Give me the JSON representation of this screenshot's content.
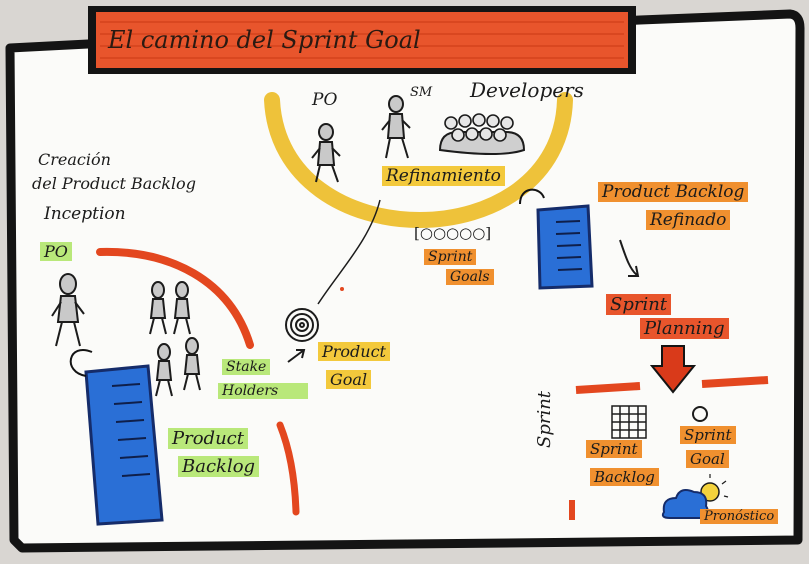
{
  "title": "El camino del Sprint Goal",
  "roles": {
    "po": "PO",
    "sm": "SM",
    "developers": "Developers"
  },
  "refinement": "Refinamiento",
  "inception": {
    "line1": "Creación",
    "line2": "del Product Backlog",
    "line3": "Inception",
    "po": "PO"
  },
  "stakeholders": {
    "line1": "Stake",
    "line2": "Holders"
  },
  "product_backlog": {
    "line1": "Product",
    "line2": "Backlog"
  },
  "product_goal": {
    "line1": "Product",
    "line2": "Goal"
  },
  "sprint_goals": {
    "bracket": "[○○○○○]",
    "line1": "Sprint",
    "line2": "Goals"
  },
  "backlog_refined": {
    "line1": "Product Backlog",
    "line2": "Refinado"
  },
  "sprint_planning": {
    "line1": "Sprint",
    "line2": "Planning"
  },
  "sprint": {
    "vertical": "Sprint",
    "backlog_line1": "Sprint",
    "backlog_line2": "Backlog",
    "goal_line1": "Sprint",
    "goal_line2": "Goal",
    "forecast": "Pronóstico"
  },
  "colors": {
    "border": "#141414",
    "title_bg": "#e8552c",
    "blue": "#2a6fd6",
    "yellow_arc": "#eec23a",
    "red_arc": "#e3471f",
    "arrow_red": "#d93a1a"
  }
}
